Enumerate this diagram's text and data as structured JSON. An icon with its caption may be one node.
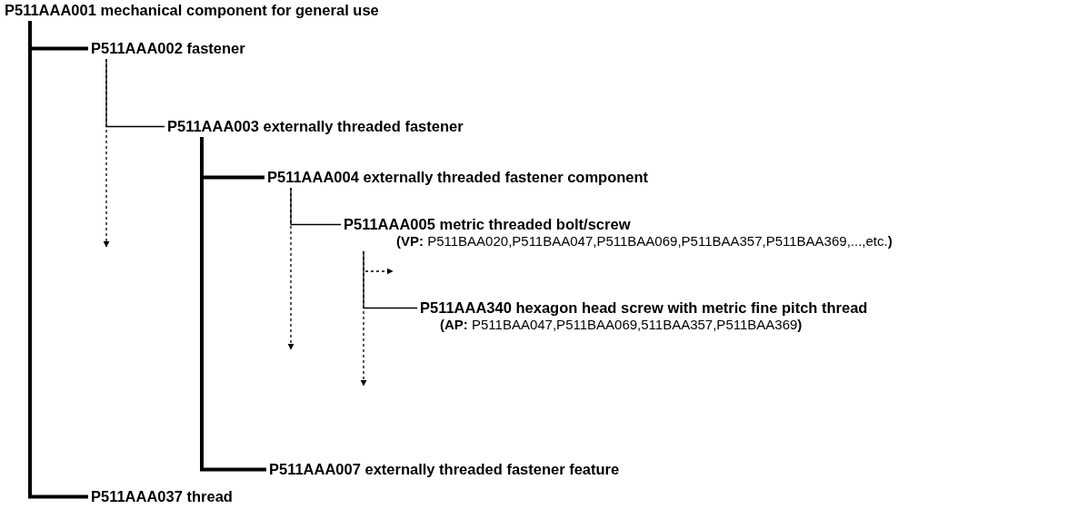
{
  "diagram": {
    "nodes": [
      {
        "text": [
          "P511AAA001 mechanical component for general use"
        ]
      },
      {
        "text": [
          "P511AAA002 fastener"
        ]
      },
      {
        "text": [
          "P511AAA003 externally threaded fastener"
        ]
      },
      {
        "text": [
          "P511AAA004 externally threaded fastener component"
        ]
      },
      {
        "text": [
          "P511AAA005 metric threaded bolt/screw"
        ],
        "beside": [
          "**(VP:** P511BAA020,P511BAA047,P511BAA069,P511BAA357,P511BAA369,...,etc.**)**"
        ]
      },
      {
        "text": [
          "P511AAA340 hexagon head screw with metric fine pitch thread"
        ],
        "beside": [
          "**(AP:** P511BAA047,P511BAA069,511BAA357,P511BAA369**)**"
        ]
      },
      {
        "text": [
          "P511AAA007 externally threaded fastener feature"
        ]
      },
      {
        "text": [
          "P511AAA037 thread"
        ]
      }
    ],
    "edges": [
      {
        "from": 0,
        "to": 1,
        "arrow": "none",
        "style": "thick"
      },
      {
        "from": 1,
        "to": 2,
        "arrow": "none"
      },
      {
        "from": 1,
        "to": null,
        "arrow": "to",
        "style": "dashed"
      },
      {
        "from": 2,
        "to": 3,
        "arrow": "none",
        "style": "thick"
      },
      {
        "from": 3,
        "to": 4,
        "arrow": "none"
      },
      {
        "from": 3,
        "to": null,
        "arrow": "to",
        "style": "dashed"
      },
      {
        "from": 4,
        "to": null,
        "arrow": "to",
        "style": "dashed"
      },
      {
        "from": 4,
        "to": 5,
        "arrow": "none"
      },
      {
        "from": 4,
        "to": null,
        "arrow": "to",
        "style": "dashed"
      },
      {
        "from": 2,
        "to": 6,
        "arrow": "none",
        "style": "thick"
      },
      {
        "from": 0,
        "to": 7,
        "arrow": "none",
        "style": "thick"
      }
    ]
  }
}
